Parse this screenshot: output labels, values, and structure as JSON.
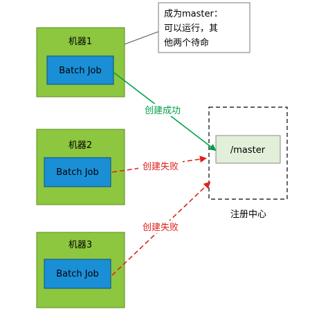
{
  "note": {
    "lines": [
      "成为master：",
      "可以运行，其",
      "他两个待命"
    ]
  },
  "machines": [
    {
      "name": "机器1",
      "job": "Batch Job"
    },
    {
      "name": "机器2",
      "job": "Batch Job"
    },
    {
      "name": "机器3",
      "job": "Batch Job"
    }
  ],
  "registry": {
    "node": "/master",
    "label": "注册中心"
  },
  "arrows": {
    "success": "创建成功",
    "fail1": "创建失败",
    "fail2": "创建失败"
  },
  "colors": {
    "machine_fill": "#8dc63f",
    "job_fill": "#1a8fd6",
    "master_fill": "#e2efd9",
    "success": "#00a04a",
    "fail": "#e0201b"
  }
}
